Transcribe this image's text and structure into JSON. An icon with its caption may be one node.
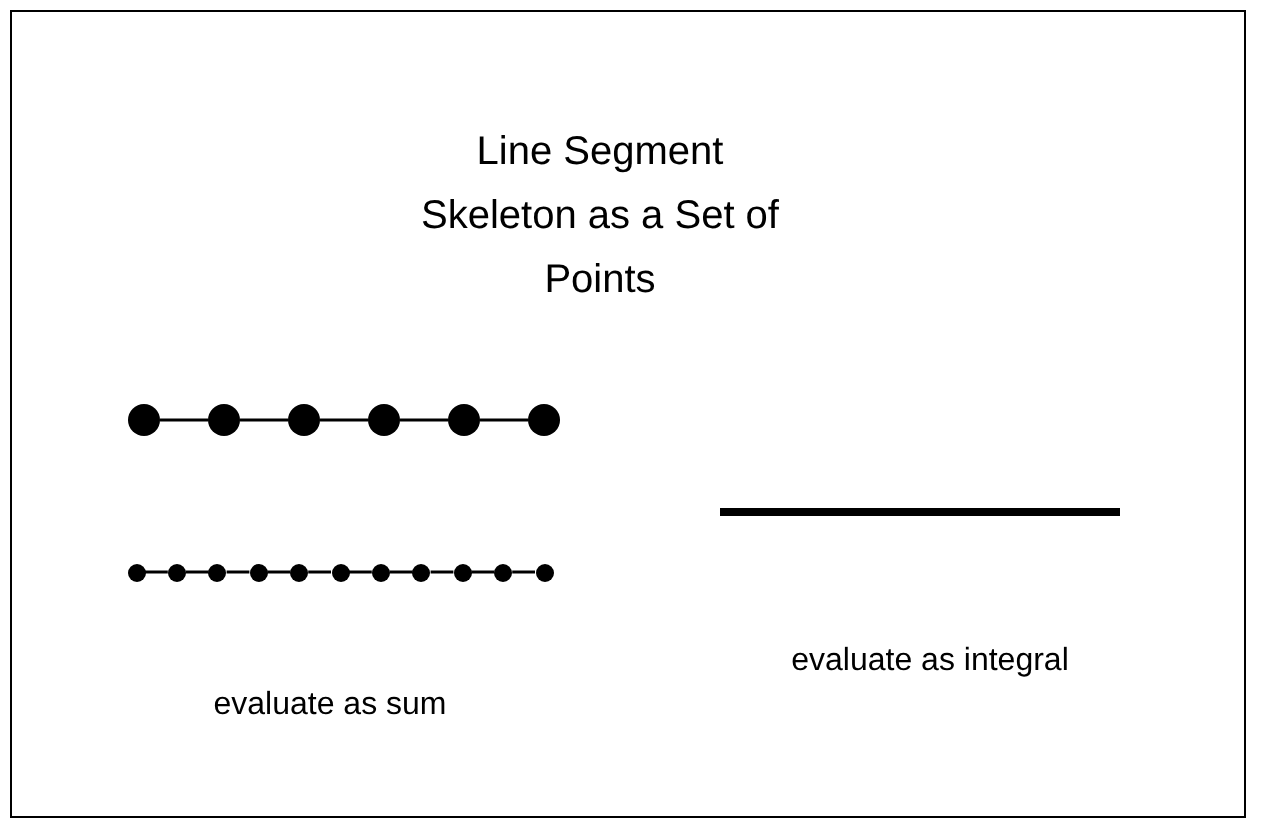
{
  "diagram": {
    "title": "Line Segment Skeleton as a Set of Points",
    "nodes": [
      {
        "text": [],
        "shape": "circle"
      },
      {
        "text": [],
        "shape": "circle"
      },
      {
        "text": [],
        "shape": "circle"
      },
      {
        "text": [],
        "shape": "circle"
      },
      {
        "text": [],
        "shape": "circle"
      },
      {
        "text": [],
        "shape": "circle"
      },
      {
        "text": [],
        "shape": "circle"
      },
      {
        "text": [],
        "shape": "circle"
      },
      {
        "text": [],
        "shape": "circle"
      },
      {
        "text": [],
        "shape": "circle"
      },
      {
        "text": [],
        "shape": "circle"
      },
      {
        "text": [],
        "shape": "circle"
      },
      {
        "text": [],
        "shape": "circle"
      },
      {
        "text": [],
        "shape": "circle"
      },
      {
        "text": [],
        "shape": "circle"
      },
      {
        "text": [],
        "shape": "circle"
      },
      {
        "text": [],
        "shape": "circle"
      }
    ],
    "edges": [
      {
        "from": 0,
        "to": 1,
        "arrow": "none"
      },
      {
        "from": 1,
        "to": 2,
        "arrow": "none"
      },
      {
        "from": 2,
        "to": 3,
        "arrow": "none"
      },
      {
        "from": 3,
        "to": 4,
        "arrow": "none"
      },
      {
        "from": 4,
        "to": 5,
        "arrow": "none"
      },
      {
        "from": 6,
        "to": 7,
        "arrow": "none"
      },
      {
        "from": 7,
        "to": 8,
        "arrow": "none"
      },
      {
        "from": 8,
        "to": 9,
        "arrow": "none"
      },
      {
        "from": 9,
        "to": 10,
        "arrow": "none"
      },
      {
        "from": 10,
        "to": 11,
        "arrow": "none"
      },
      {
        "from": 11,
        "to": 12,
        "arrow": "none"
      },
      {
        "from": 12,
        "to": 13,
        "arrow": "none"
      },
      {
        "from": 13,
        "to": 14,
        "arrow": "none"
      },
      {
        "from": 14,
        "to": 15,
        "arrow": "none"
      },
      {
        "from": 15,
        "to": 16,
        "arrow": "none"
      }
    ],
    "labels": [
      "evaluate as integral",
      "evaluate as sum"
    ]
  }
}
